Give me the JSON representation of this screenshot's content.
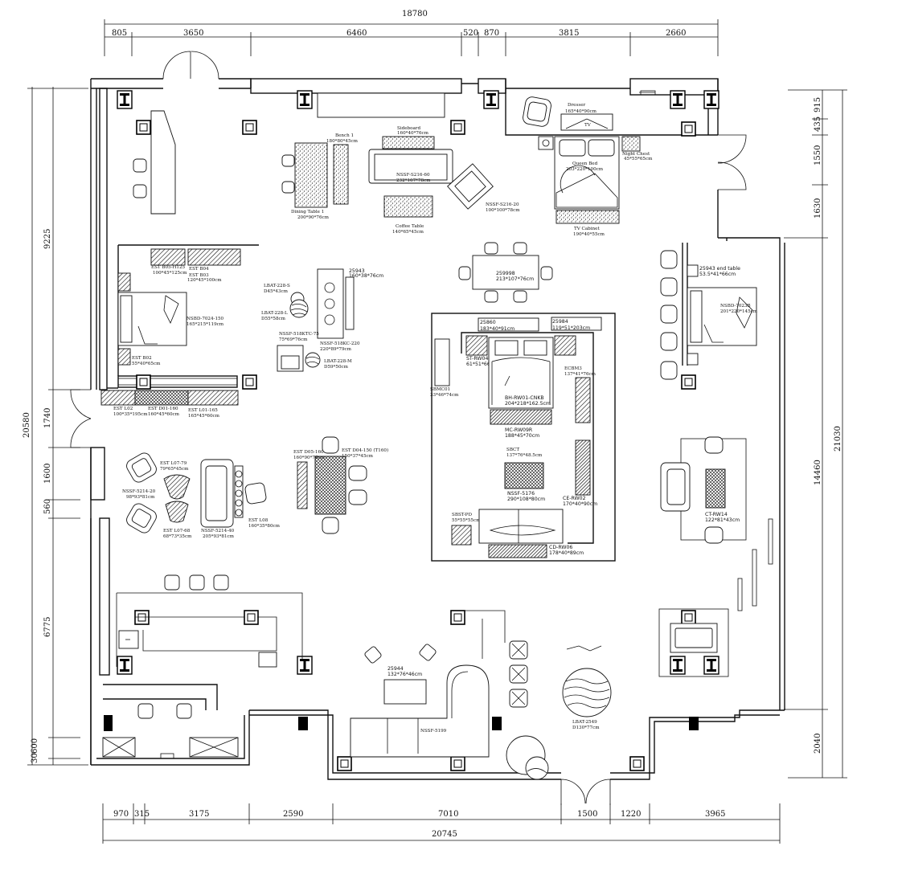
{
  "plan": {
    "dims_top": {
      "total": "18780",
      "segments": [
        "805",
        "3650",
        "6460",
        "520",
        "870",
        "3815",
        "2660"
      ]
    },
    "dims_bottom": {
      "total": "20745",
      "segments": [
        "970",
        "315",
        "3175",
        "2590",
        "7010",
        "1500",
        "1220",
        "3965"
      ]
    },
    "dims_left": {
      "total": "20580",
      "segments": [
        "9225",
        "1740",
        "1600",
        "560",
        "6775",
        "600",
        "30"
      ]
    },
    "dims_right": {
      "total": "21030",
      "upper": [
        "915",
        "435",
        "1550",
        "1630"
      ],
      "middle": "14460",
      "lower": "2040"
    }
  },
  "labels": {
    "bench": [
      "Bench 1",
      "180*80*45cm"
    ],
    "dining": [
      "Dining Table 1",
      "200*90*76cm"
    ],
    "sideboard": [
      "Sideboard",
      "160*40*76cm"
    ],
    "sofa1": [
      "NSSF-S216-60",
      "232*107*78cm"
    ],
    "coffee": [
      "Coffee Table",
      "140*65*45cm"
    ],
    "armchair1": [
      "NSSF-S216-20",
      "100*100*78cm"
    ],
    "dresser": [
      "Dresser",
      "165*40*90cm"
    ],
    "tv": "TV",
    "nightchest": [
      "Night Chest",
      "45*55*65cm"
    ],
    "queenbed": [
      "Queen Bed",
      "203*220*100cm"
    ],
    "tvcab": [
      "TV Cabinet",
      "190*40*55cm"
    ],
    "estb05": [
      "EST B05-H125",
      "100*45*125cm"
    ],
    "estb04": [
      "EST B04",
      "120*45*100cm"
    ],
    "estb03": "EST B03",
    "nsbd7024": [
      "NSBD-7024-150",
      "165*215*119cm"
    ],
    "estb02": [
      "EST B02",
      "55*40*65cm"
    ],
    "lbat228s": [
      "LBAT-228-S",
      "D45*43cm"
    ],
    "lbat228l": [
      "LBAT-228-L",
      "D55*58cm"
    ],
    "n25943": [
      "25943",
      "160*38*76cm"
    ],
    "nssf518ktc": [
      "NSSF-518KTC-75",
      "75*69*76cm"
    ],
    "nssf518kc": [
      "NSSF-518KC-220",
      "220*89*79cm"
    ],
    "lbat228m": [
      "LBAT-228-M",
      "D59*50cm"
    ],
    "n259998": [
      "259998",
      "213*107*76cm"
    ],
    "n25943end": [
      "25943  end table",
      "53.5*41*66cm"
    ],
    "nsbd7023b": [
      "NSBD-7023B",
      "201*220*145cm"
    ],
    "n25860": [
      "25860",
      "183*40*91cm"
    ],
    "n25984": [
      "25984",
      "119*51*203cm"
    ],
    "strw04": [
      "ST-RW04-20",
      "61*51*66cm"
    ],
    "sbmc01": [
      "SBMC01",
      "33*46*74cm"
    ],
    "bhrw01": [
      "BH-RW01-CNKB",
      "204*218*162.5cm"
    ],
    "mcrw09": [
      "MC-RW09R",
      "188*45*70cm"
    ],
    "sbct": [
      "SBCT",
      "137*76*48.5cm"
    ],
    "nssf5176": [
      "NSSF-5176",
      "290*108*80cm"
    ],
    "cerw02": [
      "CE-RW02",
      "170*40*90cm"
    ],
    "sbst": [
      "SBST-PD",
      "55*55*55cm"
    ],
    "cdrw06": [
      "CD-RW06",
      "178*40*89cm"
    ],
    "ecbm3": [
      "ECBM3",
      "137*41*76cm"
    ],
    "estl02": [
      "EST L02",
      "100*35*195cm"
    ],
    "estd01": [
      "EST D01-160",
      "160*45*60cm"
    ],
    "estl01": [
      "EST L01-165",
      "165*45*60cm"
    ],
    "estl07_79": [
      "EST L07-79",
      "79*65*45cm"
    ],
    "nssf5214_20": [
      "NSSF-5214-20",
      "98*93*81cm"
    ],
    "estl07_68": [
      "EST L07-68",
      "68*73*35cm"
    ],
    "nssf5214_40": [
      "NSSF-5214-40",
      "205*93*81cm"
    ],
    "estl08": [
      "EST L08",
      "160*35*80cm"
    ],
    "estd05": [
      "EST D05-160",
      "160*90*76cm"
    ],
    "estd04": [
      "EST D04-150 (T160)",
      "150*37*45cm"
    ],
    "ctrw14": [
      "CT-RW14",
      "122*81*43cm"
    ],
    "n25944": [
      "25944",
      "132*76*46cm"
    ],
    "nssf5199": "NSSF-5199",
    "lbat2549": [
      "LBAT-2549",
      "D130*77cm"
    ]
  },
  "colors": {
    "line": "#111111",
    "background": "#ffffff"
  }
}
